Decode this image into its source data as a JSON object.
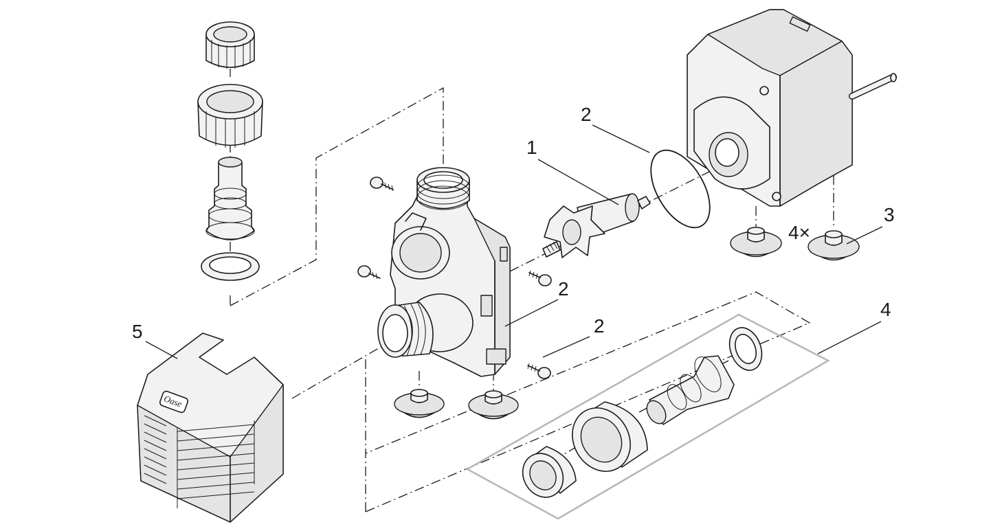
{
  "callouts": {
    "impeller": "1",
    "o_ring_top": "2",
    "screw_right_top": "2",
    "screw_right_bottom": "2",
    "suction_foot": "3",
    "foot_count": "4×",
    "fitting_set": "4",
    "cover": "5"
  },
  "brand_logo_text": "Oase"
}
